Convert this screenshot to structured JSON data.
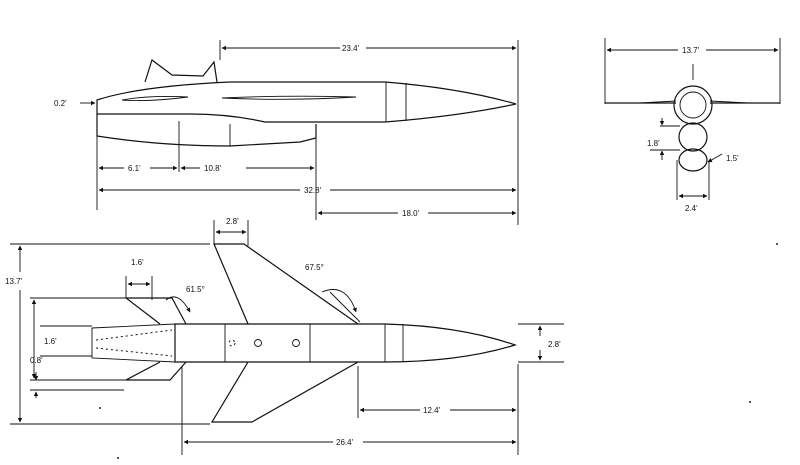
{
  "side_view": {
    "length_23_4": "23.4'",
    "offset_0_2": "0.2'",
    "fin_6_1": "6.1'",
    "fin_10_8": "10.8'",
    "overall_32_8": "32.8'",
    "aft_18_0": "18.0'"
  },
  "front_view": {
    "span_13_7": "13.7'",
    "height_1_8": "1.8'",
    "diameter_1_5": "1.5'",
    "width_2_4": "2.4'"
  },
  "plan_view": {
    "fin_chord_2_8": "2.8'",
    "sweep_67_5": "67.5°",
    "span_13_7": "13.7'",
    "canard_1_6": "1.6'",
    "canard_sweep_61_5": "61.5°",
    "nose_1_6": "1.6'",
    "offset_0_8": "0.8'",
    "tail_diameter_2_8": "2.8'",
    "aft_12_4": "12.4'",
    "overall_26_4": "26.4'"
  }
}
